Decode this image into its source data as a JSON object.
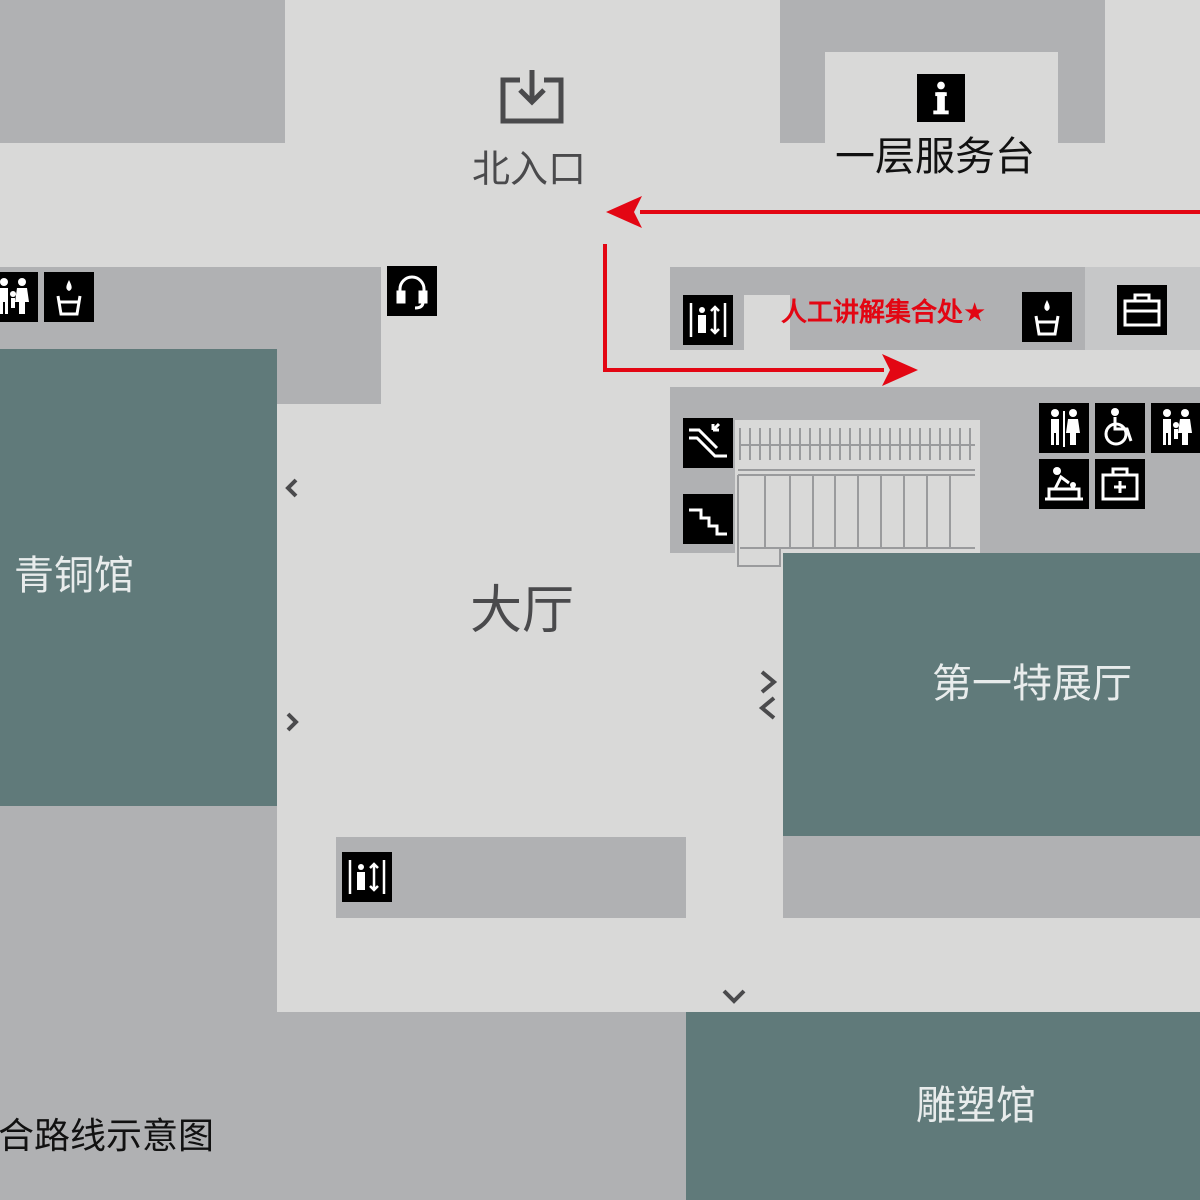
{
  "labels": {
    "north_entrance": "北入口",
    "service_desk": "一层服务台",
    "assembly_point": "人工讲解集合处★",
    "bronze_hall": "青铜馆",
    "main_hall": "大厅",
    "special_hall_1": "第一特展厅",
    "sculpture_hall": "雕塑馆",
    "route_caption": "合路线示意图"
  },
  "colors": {
    "background": "#d9d9d8",
    "block_grey": "#b0b1b3",
    "hall_teal": "#607a7a",
    "route_red": "#e30613",
    "icon_black": "#000000"
  },
  "icons": [
    "entrance-icon",
    "info-icon",
    "family-restroom-icon",
    "drinking-water-icon",
    "audio-guide-icon",
    "elevator-icon",
    "drinking-water-icon",
    "locker-icon",
    "escalator-icon",
    "stairs-icon",
    "restroom-icon",
    "accessible-icon",
    "family-restroom-icon",
    "nursing-room-icon",
    "first-aid-icon",
    "elevator-icon"
  ]
}
